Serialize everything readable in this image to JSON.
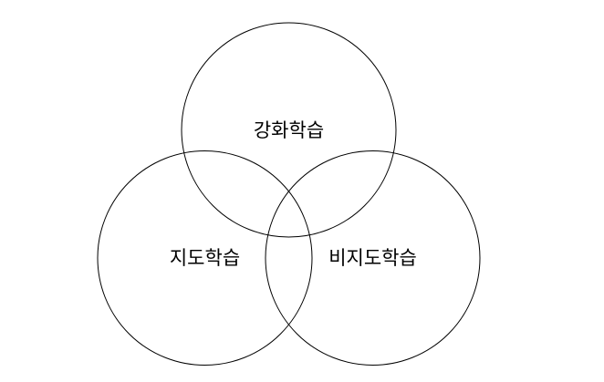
{
  "diagram": {
    "type": "venn",
    "sets": [
      {
        "label": "강화학습"
      },
      {
        "label": "지도학습"
      },
      {
        "label": "비지도학습"
      }
    ],
    "colors": {
      "stroke": "#000000",
      "background": "#ffffff"
    }
  }
}
